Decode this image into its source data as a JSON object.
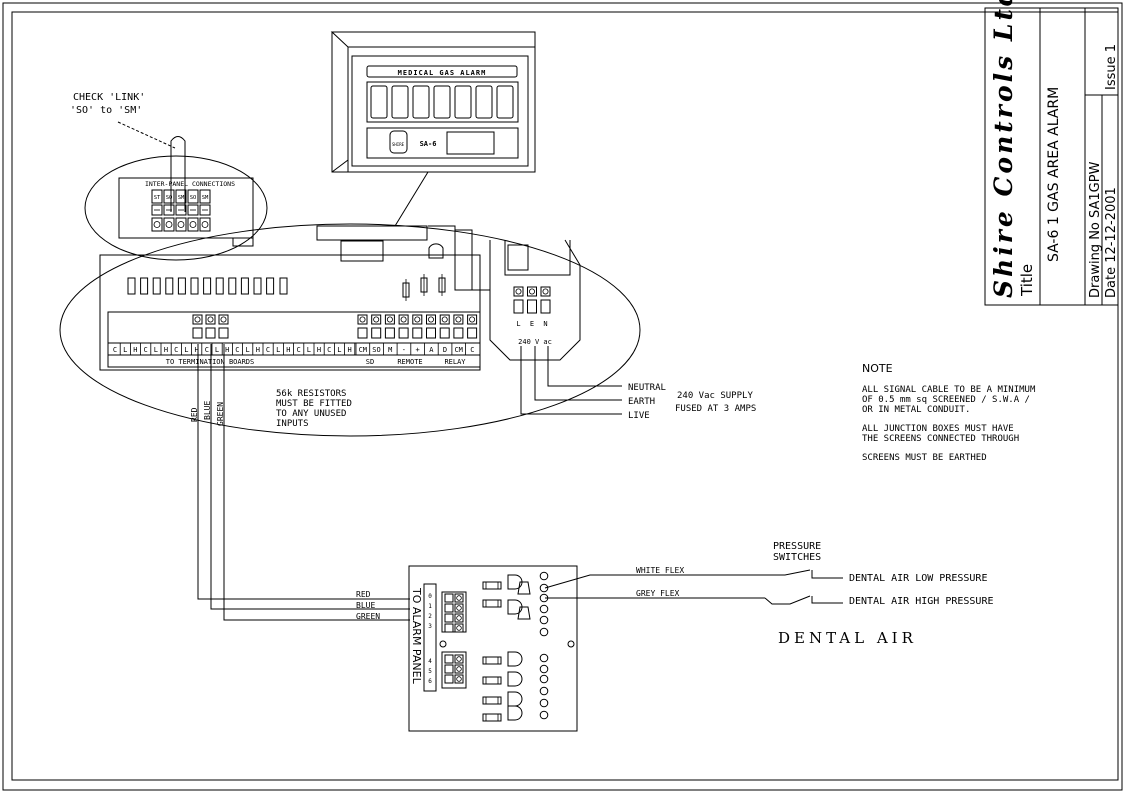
{
  "title_block": {
    "company": "Shire Controls Ltd",
    "title_label": "Title",
    "title": "SA-6 1 GAS AREA ALARM",
    "drawing_no": "Drawing No  SA1GPW",
    "date": "Date  12-12-2001",
    "issue": "Issue 1"
  },
  "panel": {
    "header": "MEDICAL GAS ALARM",
    "button_label": "SA-6",
    "logo_label": "SHIRE"
  },
  "check_note": {
    "line1": "CHECK 'LINK'",
    "line2": "'SO' to 'SM'"
  },
  "inter_panel": {
    "heading": "INTER-PANEL CONNECTIONS",
    "labels": [
      "ST",
      "SO",
      "SM",
      "SO",
      "SM"
    ]
  },
  "board": {
    "term_labels": [
      "C",
      "L",
      "H",
      "C",
      "L",
      "H",
      "C",
      "L",
      "H",
      "C",
      "L",
      "H",
      "C",
      "L",
      "H",
      "C",
      "L",
      "H",
      "C",
      "L",
      "H",
      "C",
      "L",
      "H"
    ],
    "right_labels": [
      "CM",
      "SO",
      "M",
      "-",
      "+",
      "A",
      "D",
      "CM",
      "C"
    ],
    "to_term": "TO TERMINATION BOARDS",
    "so": "SD",
    "remote": "REMOTE",
    "relay": "RELAY",
    "power_labels": [
      "L",
      "E",
      "N"
    ],
    "power_text": "240 V ac"
  },
  "resistor_note": [
    "56k RESISTORS",
    "MUST BE FITTED",
    "TO ANY UNUSED",
    "INPUTS"
  ],
  "wires": {
    "red": "RED",
    "blue": "BLUE",
    "green": "GREEN"
  },
  "supply": {
    "neutral": "NEUTRAL",
    "earth": "EARTH",
    "live": "LIVE",
    "line1": "240 Vac SUPPLY",
    "line2": "FUSED AT 3 AMPS"
  },
  "note": {
    "heading": "NOTE",
    "lines": [
      "ALL SIGNAL CABLE TO BE A MINIMUM",
      "OF 0.5 mm sq SCREENED / S.W.A /",
      "OR IN METAL CONDUIT.",
      "",
      "ALL JUNCTION BOXES MUST HAVE",
      "THE SCREENS CONNECTED THROUGH",
      "",
      "SCREENS MUST BE EARTHED"
    ]
  },
  "sensor_board": {
    "vertical_text": "TO ALARM PANEL",
    "term_numbers": [
      "0",
      "1",
      "2",
      "3",
      "4",
      "5",
      "6"
    ]
  },
  "pressure": {
    "heading1": "PRESSURE",
    "heading2": "SWITCHES",
    "white_flex": "WHITE FLEX",
    "grey_flex": "GREY FLEX",
    "low": "DENTAL AIR LOW PRESSURE",
    "high": "DENTAL AIR HIGH PRESSURE",
    "caption": "DENTAL AIR"
  }
}
